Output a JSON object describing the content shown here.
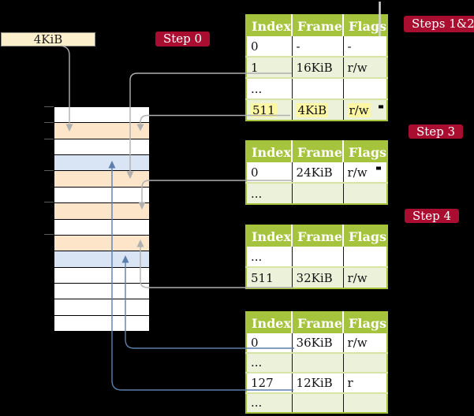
{
  "colors": {
    "background": "#000000",
    "table_green": "#a5c33c",
    "table_row_green": "#ecf2da",
    "row_separator": "#d6e4a6",
    "badge_red": "#a90e30",
    "badge_text": "#ffffff",
    "highlight_yellow": "#fdf7a3",
    "frame_box_bg": "#fcefcb",
    "frame_box_border": "#8f8f83",
    "memory_peach": "#fce5c9",
    "memory_blue": "#d9e5f4",
    "memory_white": "#ffffff",
    "connector_gray": "#b0b0b0",
    "connector_blue": "#5b7fad"
  },
  "frame_box": {
    "label": "4KiB"
  },
  "badges": {
    "step0": "Step 0",
    "steps12": "Steps 1&2",
    "step3": "Step 3",
    "step4": "Step 4"
  },
  "memory": {
    "row_colors": [
      "white",
      "peach",
      "white",
      "blue",
      "peach",
      "white",
      "peach",
      "white",
      "peach",
      "blue",
      "white",
      "white",
      "white",
      "white"
    ]
  },
  "tables": [
    {
      "id": "table-steps-1-2",
      "headers": [
        "Index",
        "Frame",
        "Flags"
      ],
      "rows": [
        {
          "shade": "white",
          "cells": [
            "0",
            "-",
            "-"
          ]
        },
        {
          "shade": "green",
          "cells": [
            "1",
            "16KiB",
            "r/w"
          ]
        },
        {
          "shade": "white",
          "cells": [
            "...",
            "",
            ""
          ]
        },
        {
          "shade": "green",
          "highlight": true,
          "cells": [
            "511",
            "4KiB",
            "r/w"
          ]
        }
      ]
    },
    {
      "id": "table-step-3",
      "headers": [
        "Index",
        "Frame",
        "Flags"
      ],
      "rows": [
        {
          "shade": "white",
          "cells": [
            "0",
            "24KiB",
            "r/w"
          ]
        },
        {
          "shade": "green",
          "cells": [
            "...",
            "",
            ""
          ]
        }
      ]
    },
    {
      "id": "table-step-4",
      "headers": [
        "Index",
        "Frame",
        "Flags"
      ],
      "rows": [
        {
          "shade": "white",
          "cells": [
            "...",
            "",
            ""
          ]
        },
        {
          "shade": "green",
          "cells": [
            "511",
            "32KiB",
            "r/w"
          ]
        }
      ]
    },
    {
      "id": "table-bottom",
      "headers": [
        "Index",
        "Frame",
        "Flags"
      ],
      "rows": [
        {
          "shade": "white",
          "cells": [
            "0",
            "36KiB",
            "r/w"
          ]
        },
        {
          "shade": "green",
          "cells": [
            "...",
            "",
            ""
          ]
        },
        {
          "shade": "white",
          "cells": [
            "127",
            "12KiB",
            "r"
          ]
        },
        {
          "shade": "green",
          "cells": [
            "...",
            "",
            ""
          ]
        }
      ]
    }
  ],
  "connectors": [
    {
      "from": "frame-box-4KiB",
      "to": "memory-frame-4KiB",
      "color": "gray"
    },
    {
      "from": "table1-index-511",
      "to": "memory-frame-4KiB",
      "color": "gray"
    },
    {
      "from": "table1-index-1",
      "to": "memory-frame-16KiB",
      "color": "gray"
    },
    {
      "from": "table2-index-0",
      "to": "memory-frame-24KiB",
      "color": "gray"
    },
    {
      "from": "table3-index-511",
      "to": "memory-frame-32KiB",
      "color": "gray"
    },
    {
      "from": "table4-index-0",
      "to": "memory-frame-36KiB",
      "color": "blue"
    },
    {
      "from": "table4-index-127",
      "to": "memory-frame-12KiB",
      "color": "blue"
    }
  ]
}
